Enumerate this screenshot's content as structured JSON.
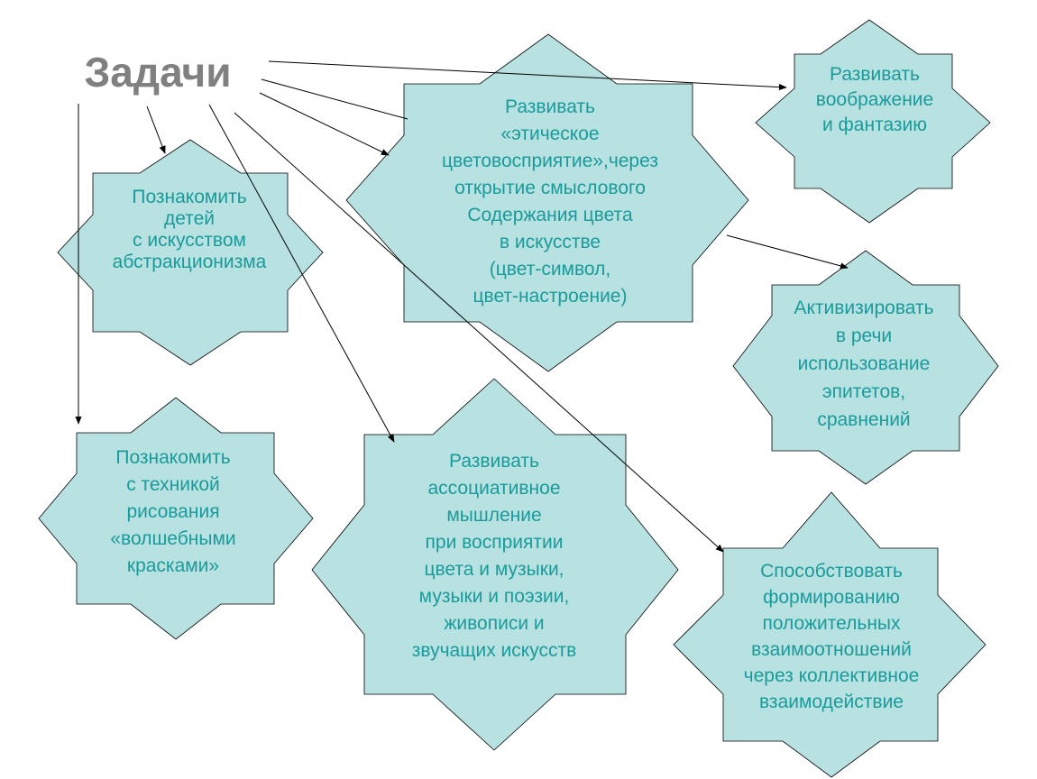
{
  "colors": {
    "node_fill": "#b8e1e1",
    "node_text": "#1a9b9b",
    "title_text": "#808080",
    "arrow": "#000000"
  },
  "title": "Задачи",
  "nodes": [
    {
      "id": "abstractionism",
      "lines": [
        "Познакомить",
        "детей",
        "с искусством",
        "абстракционизма"
      ]
    },
    {
      "id": "color-perception",
      "lines": [
        "Развивать",
        "«этическое",
        "цветовосприятие»,через",
        "открытие смыслового",
        "Содержания цвета",
        "в искусстве",
        "(цвет-символ,",
        "цвет-настроение)"
      ]
    },
    {
      "id": "imagination",
      "lines": [
        "Развивать",
        "воображение",
        "и фантазию"
      ]
    },
    {
      "id": "speech",
      "lines": [
        "Активизировать",
        "в речи",
        "использование",
        "эпитетов,",
        "сравнений"
      ]
    },
    {
      "id": "magic-paints",
      "lines": [
        "Познакомить",
        "с техникой",
        "рисования",
        "«волшебными",
        "красками»"
      ]
    },
    {
      "id": "associative-thinking",
      "lines": [
        "Развивать",
        "ассоциативное",
        "мышление",
        "при восприятии",
        "цвета и музыки,",
        "музыки и поэзии,",
        "живописи и",
        "звучащих искусств"
      ]
    },
    {
      "id": "relationships",
      "lines": [
        "Способствовать",
        "формированию",
        "положительных",
        "взаимоотношений",
        "через коллективное",
        "взаимодействие"
      ]
    }
  ]
}
